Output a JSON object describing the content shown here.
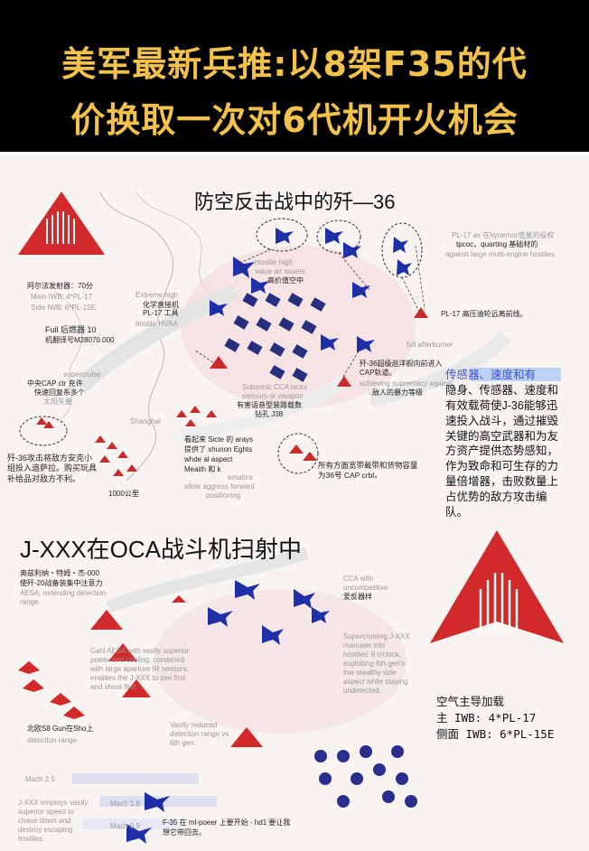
{
  "colors": {
    "title_yellow": "#f2c24a",
    "red": "#d22a2a",
    "blue": "#1e2fa8",
    "background": "#f7f4f2"
  },
  "header": {
    "line1": "美军最新兵推:以8架F35的代",
    "line2": "价换取一次对6代机开火机会"
  },
  "top": {
    "title": "防空反击战中的歼—36",
    "desc_highlight": "传感器、速度和有",
    "labels": {
      "hostile_high": "Hostile high",
      "value_air": "value air assets",
      "value_air_cn": "高价值空中",
      "extreme_high": "Extreme high",
      "pl17_cn": "化学直接机",
      "pl17_box": "PL-17 工具",
      "hostile_hvaa": "hostile HVAA",
      "pl17_enemy": "PL-17 高压油轮远离前线。",
      "ring_top1": "PL-17 as 在hyoemor值量的役权",
      "ring_top2": "tpcoc，quarting 基础材的",
      "ring_top3": "against large multi-engine hostiles",
      "full_afterburner": "full afterburner",
      "j36_supercruise": "歼-36超级巡洋舰向前进入CAP轨道。",
      "achieving": "achieving supremacy against",
      "enemy_force": "敌人的暴力等级",
      "subsonic1": "Subsonic CCA lacks",
      "subsonic2": "sensors or weapon",
      "subsonic3": "有害语音型装路载数",
      "drilling": "钻孔 J38",
      "fuel": "Fuil 后燃器 10",
      "fuel_sub": "机翻译号M28070.000",
      "main_iwb": "Main IWB: 4*PL-17",
      "side_iwb": "Side IWB: 6*PL-15E",
      "plane_label": "阿尔法发射器：70分",
      "supercruise": "supercruise",
      "central_cap": "中央CAP ctr 充许",
      "central_cap2": "快速回复系多个",
      "sun_arrow": "太阳矢量",
      "shanghai": "Shanghai",
      "takeoff1": "看起来 Sicte 的 arays",
      "takeoff2": "提供了 xhunon Eghts",
      "takeoff3": "whde al aspect",
      "takeoff4": "Meaith 和 k",
      "allow1": "ematics",
      "allow2": "allow aggress forward",
      "allow3": "positioning",
      "j36_attack": "歼-36攻击将敌方安克小组投入追萨拉。购买玩具补给品对敌方不利。",
      "km": "1000公里",
      "all_directions": "所有方面宽带截带和货物容量为36号 CAP crbl。"
    },
    "description": "隐身、传感器、速度和有效载荷使J-36能够迅速投入战斗，通过摧毁关键的高空武器和为友方资产提供态势感知，作为致命和可生存的力量倍增器，击败数量上占优势的敌方攻击编队。"
  },
  "bottom": {
    "title": "J-XXX在OCA战斗机扫射中",
    "labels": {
      "intro_cn": "奥兹利纳・特姆・杰-000",
      "intro_cn2": "使歼-20战备装集中注意力",
      "aesa": "AESA, extending detection",
      "range": "range.",
      "cca1": "CCA with",
      "cca2": "uncompetitive",
      "cca_cn": "爱反器样",
      "supercruising1": "Supercruising J-XXX",
      "supercruising2": "manuver into",
      "supercruising3": "hostiles' 6 o'clock,",
      "supercruising4": "exploiting 6th gen's",
      "supercruising5": "low stealthy side",
      "supercruising6": "aspect while staying",
      "supercruising7": "undetected.",
      "gan1": "GaN AESA with vastly superior",
      "gan2": "power and cooling, combined",
      "gan3": "with large aperture IR sensors,",
      "gan4": "enables the J-XXX to see first",
      "gan5": "and shoot first.",
      "vastly1": "Vastly reduced",
      "vastly2": "detection range vs",
      "vastly3": "6th gen.",
      "beidou": "北欧S8 Gun在Sho上",
      "detection": "detection range",
      "mach25": "Mach 2.5",
      "mach18": "Mach 1.8",
      "mach09": "Mach 0.9",
      "jxxx1": "J-XXX employs vastly",
      "jxxx2": "superior speed to",
      "jxxx3": "chase down and",
      "jxxx4": "destroy escaping",
      "jxxx5": "hostiles.",
      "f35_1": "F-35 在 ml-poeer 上要开始 - hd1 要让我",
      "f35_2": "想它带回去。"
    },
    "spec": {
      "title": "空气主导加载",
      "main": "主 IWB: 4*PL-17",
      "side": "侧面 IWB: 6*PL-15E"
    }
  }
}
